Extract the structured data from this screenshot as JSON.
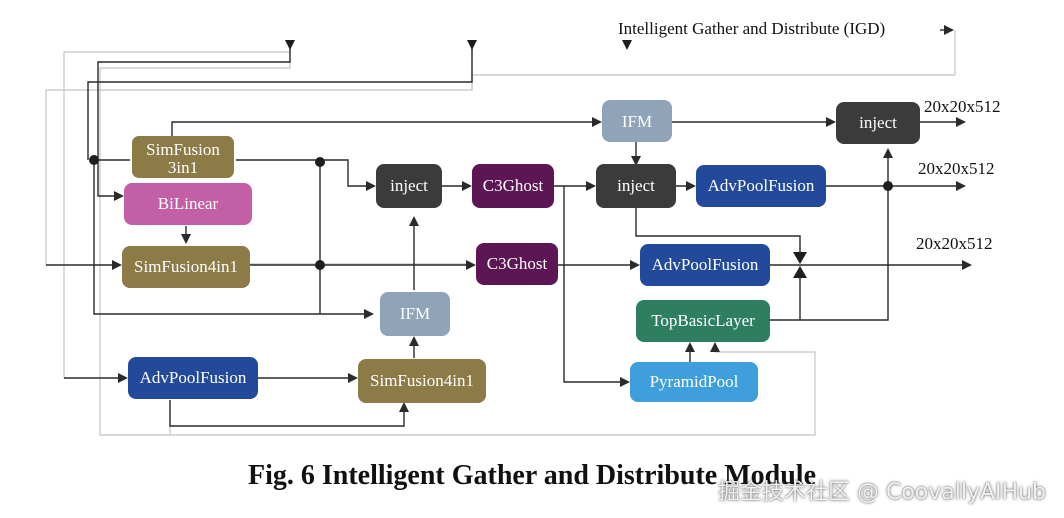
{
  "igd_label": "Intelligent Gather and Distribute (IGD)",
  "outputs": [
    "20x20x512",
    "20x20x512",
    "20x20x512"
  ],
  "nodes": {
    "simfusion3in1": "SimFusion\n3in1",
    "bilinear": "BiLinear",
    "simfusion4in1_a": "SimFusion4in1",
    "advpoolfusion_a": "AdvPoolFusion",
    "simfusion4in1_b": "SimFusion4in1",
    "ifm_a": "IFM",
    "inject_a": "inject",
    "c3ghost_a": "C3Ghost",
    "c3ghost_b": "C3Ghost",
    "ifm_b": "IFM",
    "inject_b": "inject",
    "advpoolfusion_b": "AdvPoolFusion",
    "advpoolfusion_c": "AdvPoolFusion",
    "topbasiclayer": "TopBasicLayer",
    "pyramidpool": "PyramidPool",
    "inject_c": "inject"
  },
  "caption": "Fig. 6 Intelligent Gather and Distribute Module",
  "watermark": "掘金技术社区 @ CoovallyAIHub",
  "colors": {
    "olive": "#8c7a47",
    "pink": "#c25fa5",
    "navy": "#234a9a",
    "gray_blue": "#8fa4b8",
    "dark_gray": "#3b3b3b",
    "purple": "#5c1654",
    "teal": "#2e7f62",
    "sky": "#3f9edc",
    "line": "#2a2a2a",
    "thin_line": "#bdbdbd"
  }
}
